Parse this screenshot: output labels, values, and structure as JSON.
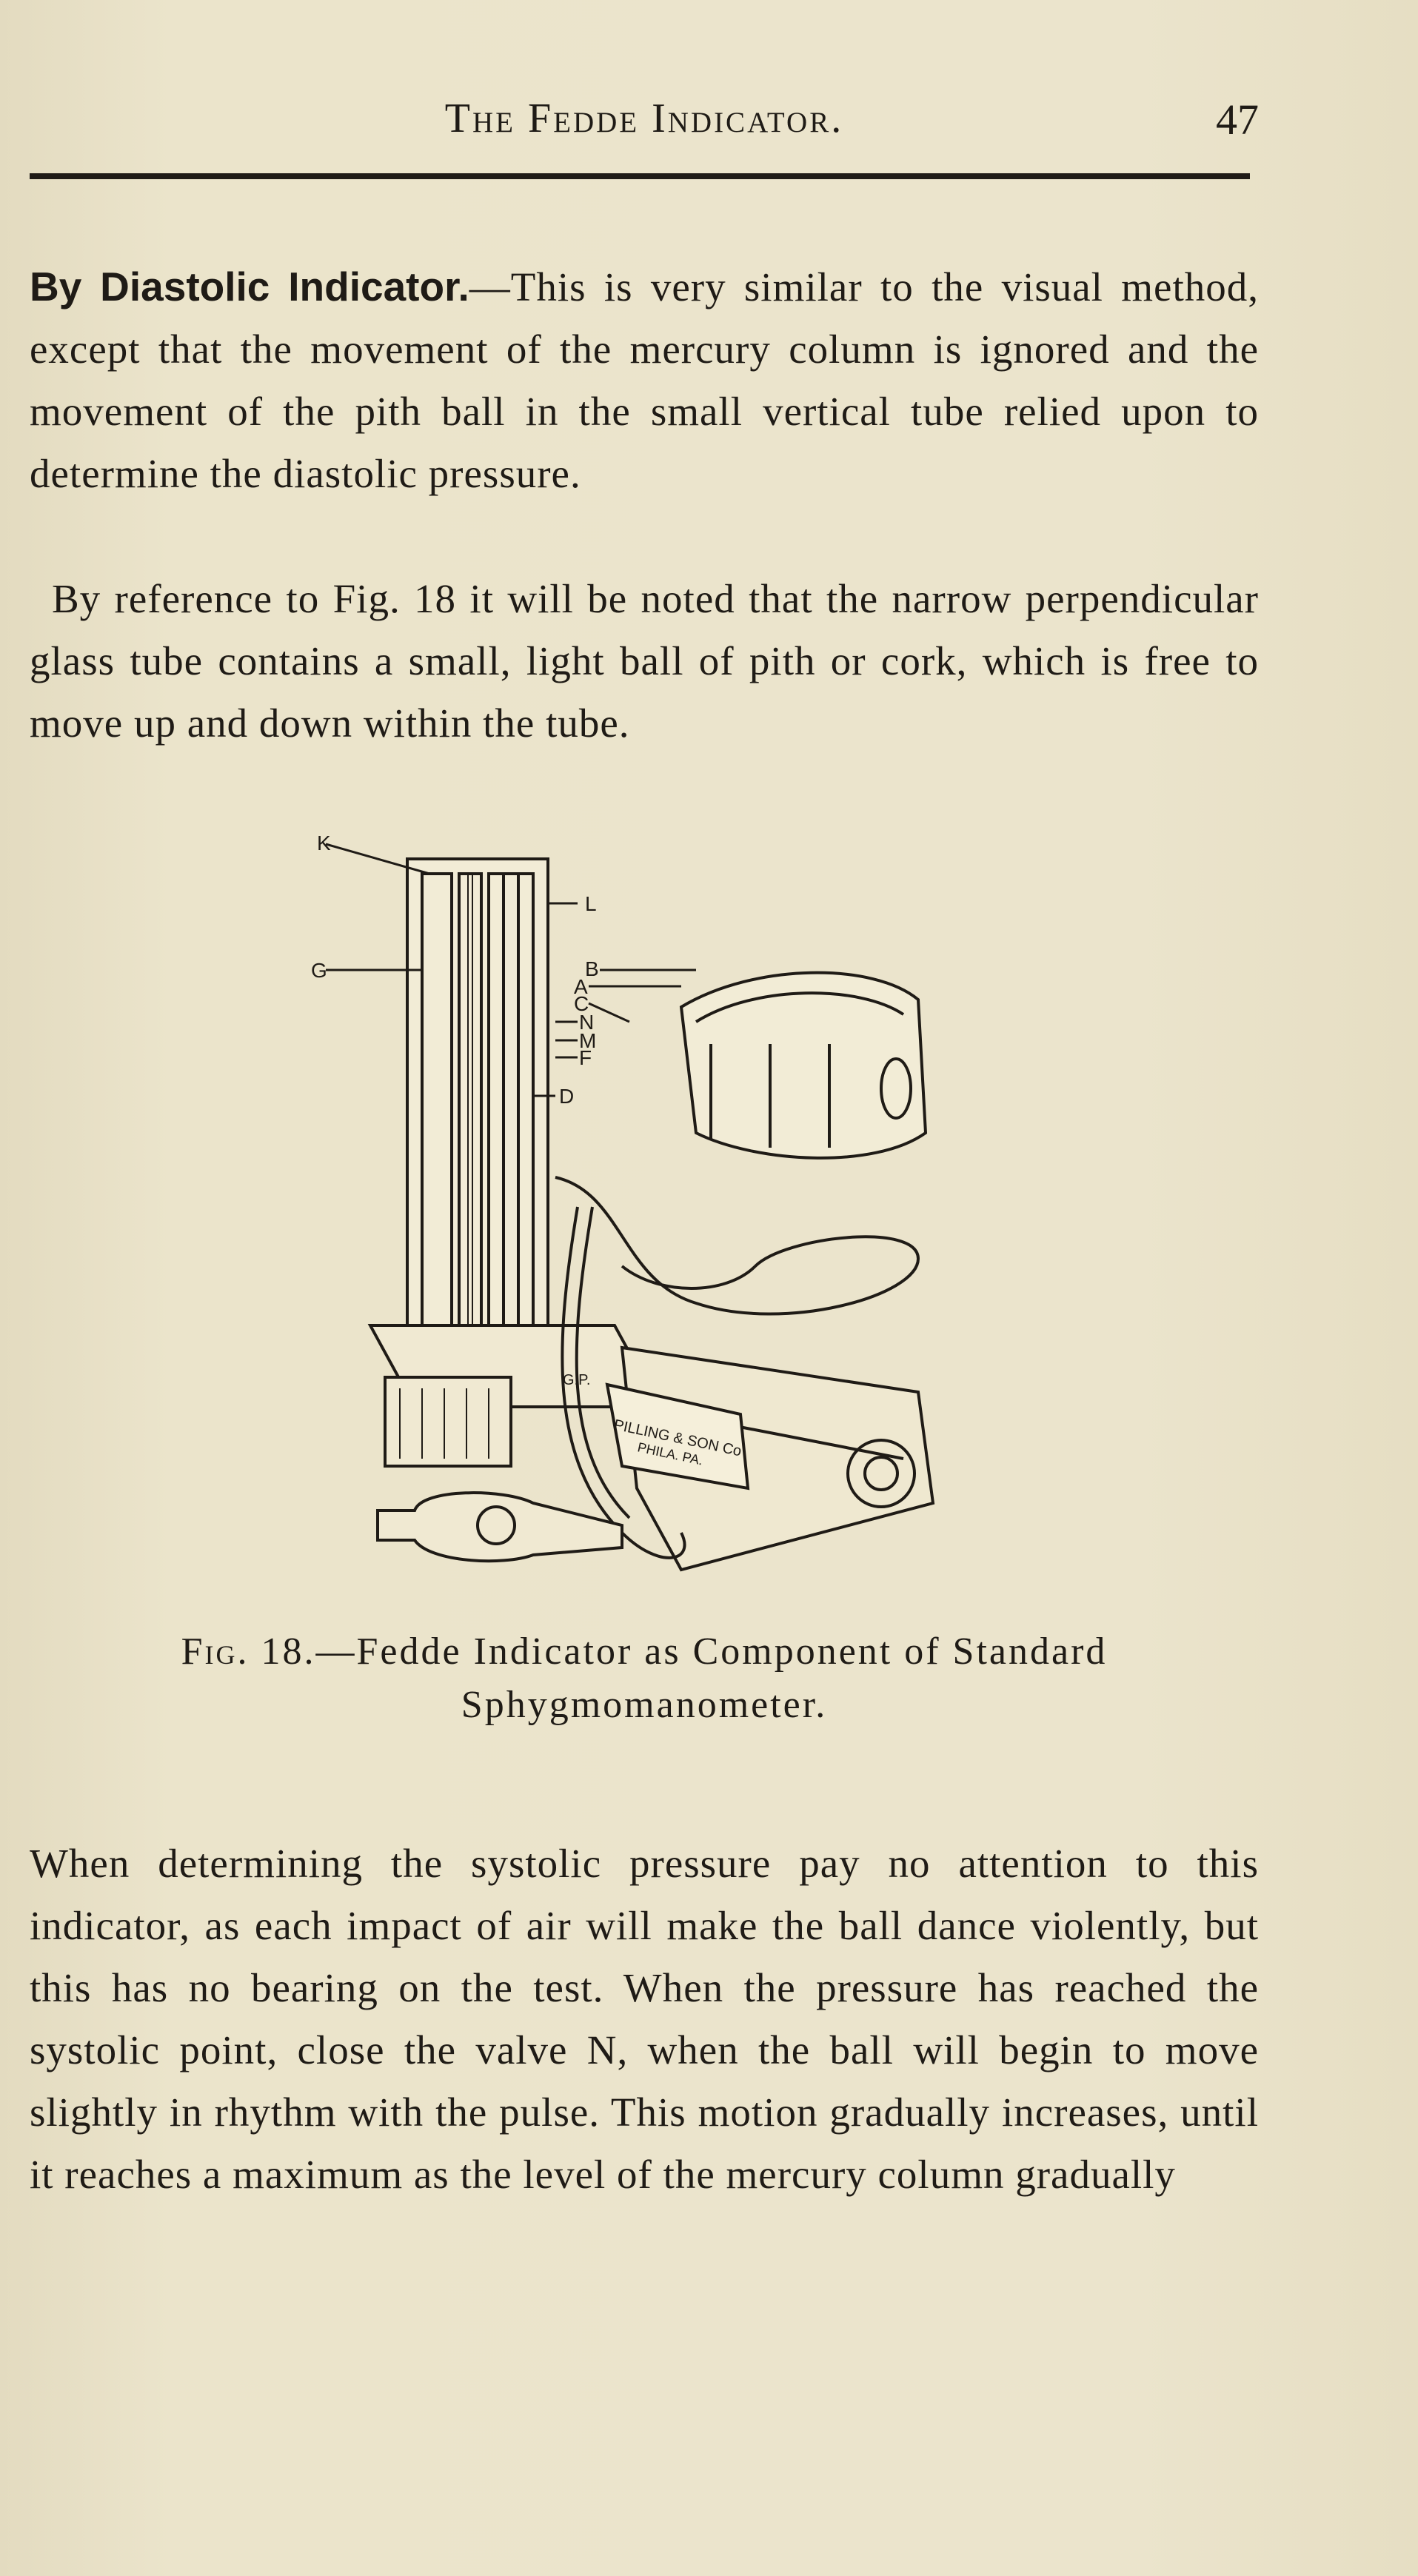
{
  "header": {
    "title": "The Fedde Indicator.",
    "page_number": "47"
  },
  "paragraphs": {
    "p1_runin": "By Diastolic Indicator.",
    "p1_text": "—This is very similar to the visual method, except that the movement of the mercury column is ignored and the movement of the pith ball in the small vertical tube relied upon to determine the diastolic pressure.",
    "p2": "By reference to Fig. 18 it will be noted that the narrow perpendicular glass tube contains a small, light ball of pith or cork, which is free to move up and down within the tube.",
    "p3": "When determining the systolic pressure pay no attention to this indicator, as each impact of air will make the ball dance violently, but this has no bearing on the test. When the pressure has reached the systolic point, close the valve N, when the ball will begin to move slightly in rhythm with the pulse. This motion gradually increases, until it reaches a maximum as the level of the mercury column gradually"
  },
  "figure": {
    "labels": {
      "k": "K",
      "l": "L",
      "g": "G",
      "b": "B",
      "a": "A",
      "c": "C",
      "n": "N",
      "m": "M",
      "f": "F",
      "d": "D",
      "gp": "G.P."
    },
    "maker_line1": "PILLING & SON Co",
    "maker_line2": "PHILA. PA.",
    "caption_label": "Fig. 18.",
    "caption_text": "—Fedde Indicator as Component of Standard Sphygmomanometer."
  }
}
